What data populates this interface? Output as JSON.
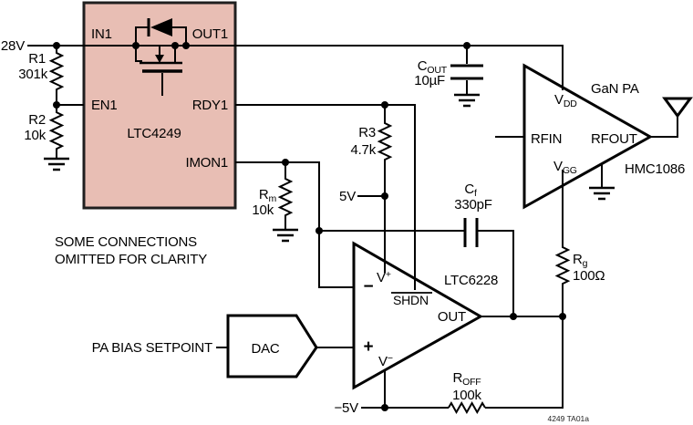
{
  "colors": {
    "background": "#ffffff",
    "wire": "#000000",
    "block_fill": "#e8beb4",
    "block_stroke": "#1f1f1f"
  },
  "rails": {
    "v28": "28V",
    "v5": "5V",
    "vneg5": "−5V"
  },
  "hot_swap": {
    "part": "LTC4249",
    "in1": "IN1",
    "out1": "OUT1",
    "en1": "EN1",
    "rdy1": "RDY1",
    "imon1": "IMON1"
  },
  "note": {
    "line1": "SOME CONNECTIONS",
    "line2": "OMITTED FOR CLARITY"
  },
  "components": {
    "r1": {
      "ref": "R1",
      "value": "301k"
    },
    "r2": {
      "ref": "R2",
      "value": "10k"
    },
    "r3": {
      "ref": "R3",
      "value": "4.7k"
    },
    "rm": {
      "ref": "R",
      "sub": "m",
      "value": "10k"
    },
    "rg": {
      "ref": "R",
      "sub": "g",
      "value": "100Ω"
    },
    "roff": {
      "ref": "R",
      "sub": "OFF",
      "value": "100k"
    },
    "cout": {
      "ref": "C",
      "sub": "OUT",
      "value": "10µF"
    },
    "cf": {
      "ref": "C",
      "sub": "f",
      "value": "330pF"
    }
  },
  "amplifier": {
    "part": "LTC6228",
    "vplus": "V",
    "vplus_sup": "+",
    "shdn": "SHDN",
    "out": "OUT",
    "vminus": "V",
    "vminus_sup": "−",
    "inv_symbol": "−",
    "noninv_symbol": "+"
  },
  "pa": {
    "type": "GaN PA",
    "part": "HMC1086",
    "vdd": "V",
    "vdd_sub": "DD",
    "rfin": "RFIN",
    "rfout": "RFOUT",
    "vgg": "V",
    "vgg_sub": "GG"
  },
  "dac": {
    "label": "DAC",
    "input": "PA BIAS SETPOINT"
  },
  "footer": {
    "tag": "4249 TA01a"
  }
}
